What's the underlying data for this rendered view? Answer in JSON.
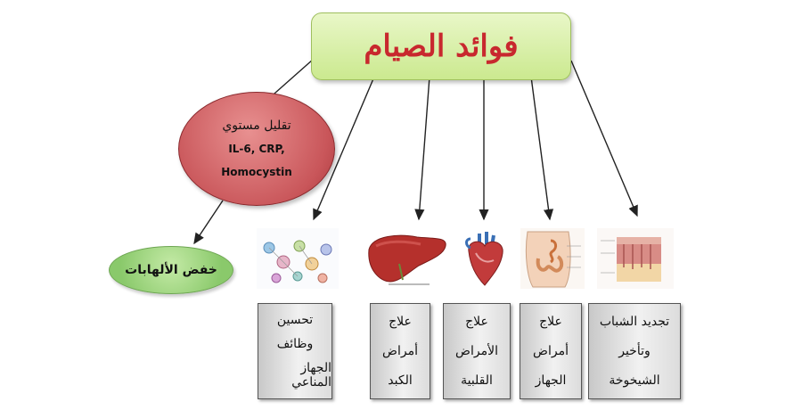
{
  "title": "فوائد الصيام",
  "inflammation": {
    "line1": "تقليل مستوي",
    "line2": "IL-6, CRP,",
    "line3": "Homocystin"
  },
  "reduce_inflammation": "خفض الألهابات",
  "cards": [
    {
      "line1": "تحسين",
      "line2": "وظائف",
      "line3": "الجهاز المناعي"
    },
    {
      "line1": "علاج",
      "line2": "أمراض",
      "line3": "الكبد"
    },
    {
      "line1": "علاج",
      "line2": "الأمراض",
      "line3": "القلبية"
    },
    {
      "line1": "علاج",
      "line2": "أمراض",
      "line3": "الجهاز"
    },
    {
      "line1": "تجديد الشباب",
      "line2": "وتأخير",
      "line3": "الشيخوخة"
    }
  ],
  "icons": [
    "immune-cells-icon",
    "liver-icon",
    "heart-icon",
    "digestive-system-icon",
    "skin-layers-icon"
  ],
  "colors": {
    "title_text": "#c8282e",
    "title_bg": "#cbe98f",
    "oval_red": "#c9565a",
    "oval_green": "#8ac96b"
  }
}
